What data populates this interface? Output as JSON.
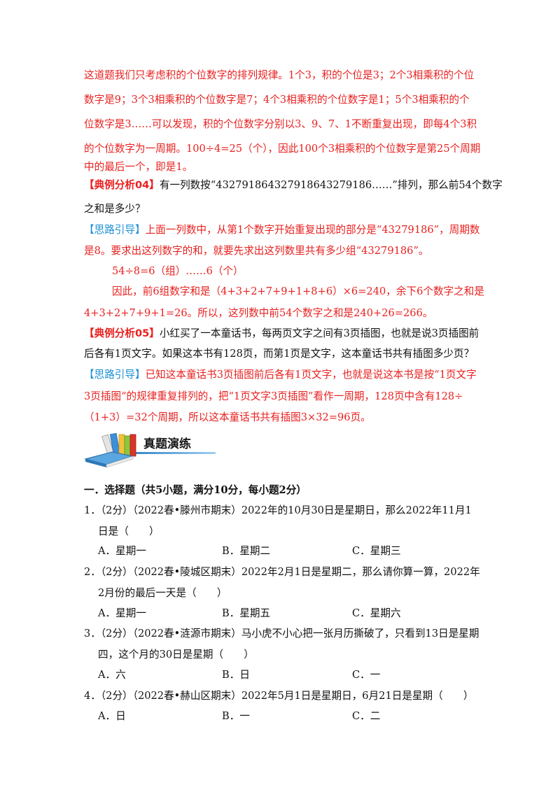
{
  "intro": {
    "l1": "这道题我们只考虑积的个位数字的排列规律。1个3，积的个位是3；2个3相乘积的个位",
    "l2": "数字是9；3个3相乘积的个位数字是7；4个3相乘积的个位数字是1；5个3相乘积的个",
    "l3": "位数字是3……可以发现，积的个位数字分别以3、9、7、1不断重复出现，即每4个3积",
    "l4": "的个位数字为一周期。100÷4=25（个），因此100个3相乘积的个位数字是第25个周期",
    "l5": "中的最后一个，即是1。"
  },
  "ex04": {
    "tag": "【典例分析04】",
    "l1": "有一列数按“43279186432791864327918​6……”排列，那么前54个数字",
    "l2": "之和是多少？",
    "hint_tag": "【思路引导】",
    "h1": "上面一列数中，从第1个数字开始重复出现的部分是“43279186”，周期数",
    "h2": "是8。要求出这列数字的和，就要先求出这列数里共有多少组“43279186”。",
    "h3": "54÷8=6（组）……6（个）",
    "h4": "因此，前6组数字和是（4+3+2+7+9+1+8+6）×6=240，余下6个数字之和是",
    "h5": "4+3+2+7+9+1=26。所以，这列数中前54个数字之和是240+26=266。"
  },
  "ex05": {
    "tag": "【典例分析05】",
    "l1": "小红买了一本童话书，每两页文字之间有3页插图，也就是说3页插图前",
    "l2": "后各有1页文字。如果这本书有128页，而第1页是文字，这本童话书共有插图多少页？",
    "hint_tag": "【思路引导】",
    "h1": "已知这本童话书3页插图前后各有1页文字，也就是说这本书是按“1页文字",
    "h2": "3页插图“的规律重复排列的，把“1页文字3页插图”看作一周期，128页中含有128÷",
    "h3": "（1+3）=32个周期，所以这本童话书共有插图3×32=96页。"
  },
  "section": {
    "title": "真题演练"
  },
  "part1": {
    "heading": "一．选择题（共5小题，满分10分，每小题2分）"
  },
  "q1": {
    "l1": "1．（2分）（2022春•滕州市期末）2022年的10月30日是星期日，那么2022年11月1",
    "l2": "日是（　　）",
    "a": "A．星期一",
    "b": "B．星期二",
    "c": "C．星期三"
  },
  "q2": {
    "l1": "2．（2分）（2022春•陵城区期末）2022年2月1日是星期二，那么请你算一算，2022年",
    "l2": "2月份的最后一天是（　　）",
    "a": "A．星期一",
    "b": "B．星期五",
    "c": "C．星期六"
  },
  "q3": {
    "l1": "3．（2分）（2022春•涟源市期末）马小虎不小心把一张月历撕破了，只看到13日是星期",
    "l2": "四，这个月的30日是星期（　　）",
    "a": "A．六",
    "b": "B．日",
    "c": "C．一"
  },
  "q4": {
    "l1": "4．（2分）（2022春•赫山区期末）2022年5月1日是星期日，6月21日是星期（　　）",
    "a": "A．日",
    "b": "B．一",
    "c": "C．二"
  },
  "colors": {
    "red": "#e8201f",
    "blue": "#1e90d6"
  }
}
